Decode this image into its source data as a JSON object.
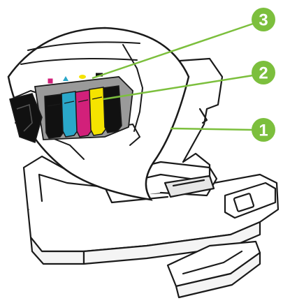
{
  "diagram": {
    "subject": "printer-open-ink-cartridge-access",
    "callouts": [
      {
        "number": "1",
        "target": "cartridge-access-door"
      },
      {
        "number": "2",
        "target": "ink-cartridges"
      },
      {
        "number": "3",
        "target": "cartridge-slot-color-icons"
      }
    ],
    "cartridges": [
      {
        "color": "#111111"
      },
      {
        "color": "#2aa7c9"
      },
      {
        "color": "#d2207a"
      },
      {
        "color": "#f5e300"
      },
      {
        "color": "#111111"
      }
    ],
    "slot_icons": [
      {
        "shape": "square",
        "color": "#d2207a"
      },
      {
        "shape": "triangle",
        "color": "#2aa7c9"
      },
      {
        "shape": "oval",
        "color": "#f5e300"
      },
      {
        "shape": "rect",
        "color": "#111111"
      }
    ],
    "colors": {
      "callout_fill": "#7cbf3d",
      "leader_line": "#7cbf3d",
      "outline": "#1a1a1a",
      "body_fill": "#ffffff"
    }
  }
}
